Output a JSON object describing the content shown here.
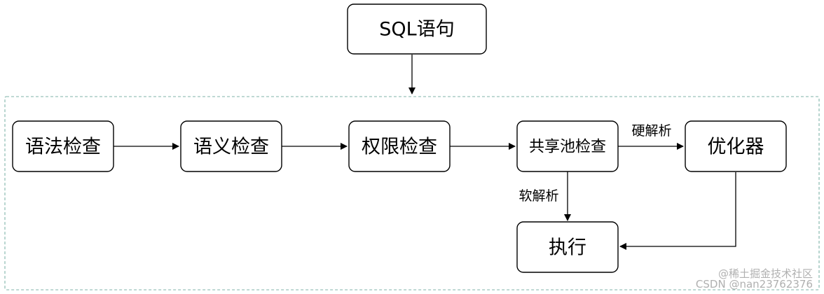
{
  "nodes": {
    "sql": "SQL语句",
    "syntax_check": "语法检查",
    "semantic_check": "语义检查",
    "permission_check": "权限检查",
    "shared_pool_check": "共享池检查",
    "optimizer": "优化器",
    "execute": "执行"
  },
  "edges": {
    "hard_parse": "硬解析",
    "soft_parse": "软解析"
  },
  "watermark": {
    "line1": "@稀土掘金技术社区",
    "line2": "CSDN @nan23762376"
  },
  "colors": {
    "container_border": "#7fb3a8",
    "stroke": "#000000"
  }
}
